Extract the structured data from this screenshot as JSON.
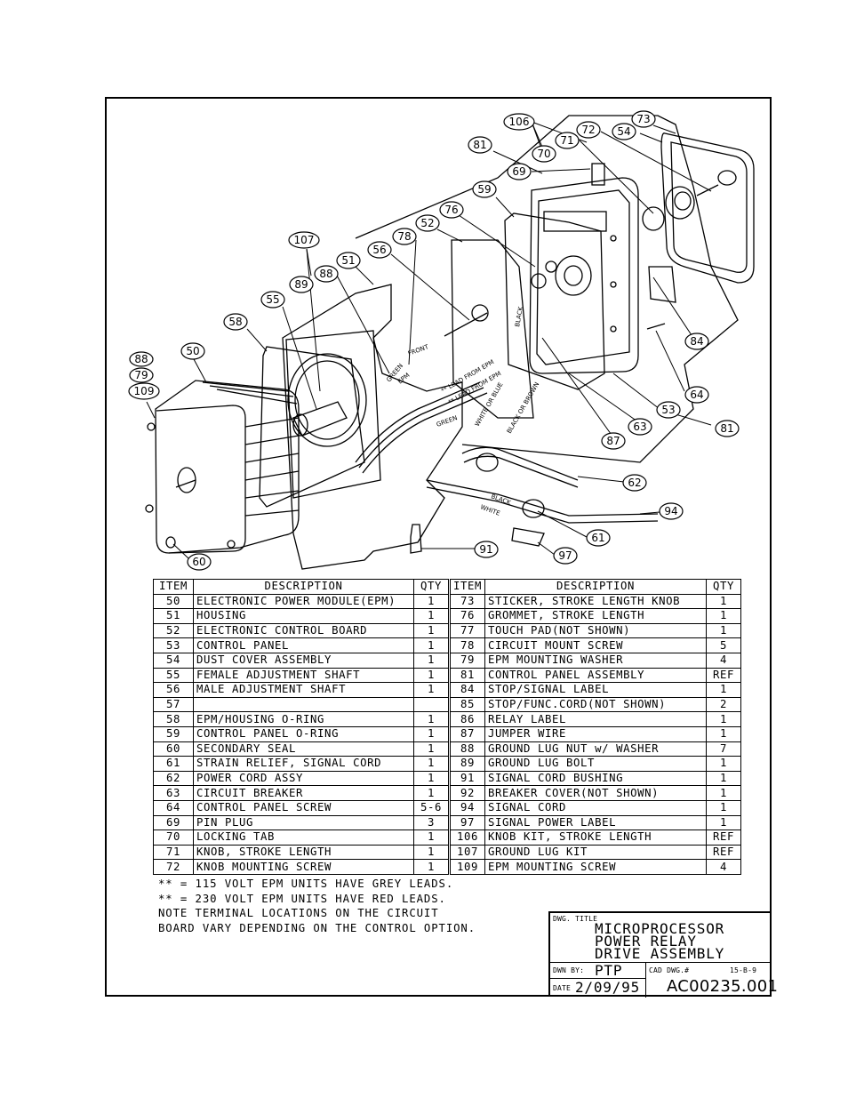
{
  "callouts": [
    "106",
    "73",
    "72",
    "54",
    "71",
    "70",
    "81",
    "69",
    "59",
    "76",
    "52",
    "78",
    "56",
    "107",
    "88",
    "51",
    "89",
    "55",
    "58",
    "50",
    "88",
    "79",
    "109",
    "84",
    "64",
    "53",
    "81",
    "63",
    "87",
    "62",
    "94",
    "61",
    "91",
    "97",
    "60"
  ],
  "wire_labels": [
    "GREEN",
    "FRONT",
    "EPM",
    "** LEAD FROM EPM",
    "** LEAD FROM EPM",
    "WHITE OR BLUE",
    "BLACK OR BROWN",
    "GREEN",
    "BLACK",
    "BLACK",
    "WHITE"
  ],
  "table": {
    "headers": {
      "item": "ITEM",
      "description": "DESCRIPTION",
      "qty": "QTY"
    },
    "left": [
      {
        "item": "50",
        "description": "ELECTRONIC POWER MODULE(EPM)",
        "qty": "1"
      },
      {
        "item": "51",
        "description": "HOUSING",
        "qty": "1"
      },
      {
        "item": "52",
        "description": "ELECTRONIC CONTROL BOARD",
        "qty": "1"
      },
      {
        "item": "53",
        "description": "CONTROL PANEL",
        "qty": "1"
      },
      {
        "item": "54",
        "description": "DUST COVER ASSEMBLY",
        "qty": "1"
      },
      {
        "item": "55",
        "description": "FEMALE ADJUSTMENT SHAFT",
        "qty": "1"
      },
      {
        "item": "56",
        "description": "MALE ADJUSTMENT SHAFT",
        "qty": "1"
      },
      {
        "item": "57",
        "description": "",
        "qty": ""
      },
      {
        "item": "58",
        "description": "EPM/HOUSING O-RING",
        "qty": "1"
      },
      {
        "item": "59",
        "description": "CONTROL PANEL O-RING",
        "qty": "1"
      },
      {
        "item": "60",
        "description": "SECONDARY SEAL",
        "qty": "1"
      },
      {
        "item": "61",
        "description": "STRAIN RELIEF, SIGNAL CORD",
        "qty": "1"
      },
      {
        "item": "62",
        "description": "POWER CORD ASSY",
        "qty": "1"
      },
      {
        "item": "63",
        "description": "CIRCUIT BREAKER",
        "qty": "1"
      },
      {
        "item": "64",
        "description": "CONTROL PANEL SCREW",
        "qty": "5-6"
      },
      {
        "item": "69",
        "description": "PIN PLUG",
        "qty": "3"
      },
      {
        "item": "70",
        "description": "LOCKING TAB",
        "qty": "1"
      },
      {
        "item": "71",
        "description": "KNOB, STROKE LENGTH",
        "qty": "1"
      },
      {
        "item": "72",
        "description": "KNOB MOUNTING SCREW",
        "qty": "1"
      }
    ],
    "right": [
      {
        "item": "73",
        "description": "STICKER, STROKE LENGTH KNOB",
        "qty": "1"
      },
      {
        "item": "76",
        "description": "GROMMET, STROKE LENGTH",
        "qty": "1"
      },
      {
        "item": "77",
        "description": "TOUCH PAD(NOT SHOWN)",
        "qty": "1"
      },
      {
        "item": "78",
        "description": "CIRCUIT MOUNT SCREW",
        "qty": "5"
      },
      {
        "item": "79",
        "description": "EPM MOUNTING WASHER",
        "qty": "4"
      },
      {
        "item": "81",
        "description": "CONTROL PANEL ASSEMBLY",
        "qty": "REF"
      },
      {
        "item": "84",
        "description": "STOP/SIGNAL LABEL",
        "qty": "1"
      },
      {
        "item": "85",
        "description": "STOP/FUNC.CORD(NOT SHOWN)",
        "qty": "2"
      },
      {
        "item": "86",
        "description": "RELAY LABEL",
        "qty": "1"
      },
      {
        "item": "87",
        "description": "JUMPER WIRE",
        "qty": "1"
      },
      {
        "item": "88",
        "description": "GROUND LUG NUT w/ WASHER",
        "qty": "7"
      },
      {
        "item": "89",
        "description": "GROUND LUG BOLT",
        "qty": "1"
      },
      {
        "item": "91",
        "description": "SIGNAL CORD BUSHING",
        "qty": "1"
      },
      {
        "item": "92",
        "description": "BREAKER COVER(NOT SHOWN)",
        "qty": "1"
      },
      {
        "item": "94",
        "description": "SIGNAL CORD",
        "qty": "1"
      },
      {
        "item": "97",
        "description": "SIGNAL POWER LABEL",
        "qty": "1"
      },
      {
        "item": "106",
        "description": "KNOB KIT, STROKE LENGTH",
        "qty": "REF"
      },
      {
        "item": "107",
        "description": "GROUND LUG KIT",
        "qty": "REF"
      },
      {
        "item": "109",
        "description": "EPM MOUNTING SCREW",
        "qty": "4"
      }
    ]
  },
  "notes": [
    "** = 115 VOLT EPM UNITS HAVE GREY LEADS.",
    "** = 230 VOLT EPM UNITS HAVE RED LEADS.",
    "NOTE TERMINAL LOCATIONS ON THE CIRCUIT",
    "BOARD VARY DEPENDING ON THE CONTROL OPTION."
  ],
  "title_block": {
    "dwg_title_label": "DWG. TITLE",
    "title_lines": [
      "MICROPROCESSOR",
      "POWER RELAY",
      "DRIVE ASSEMBLY"
    ],
    "drawn_by_label": "DWN BY:",
    "drawn_by": "PTP",
    "cad_dwg_label": "CAD DWG.#",
    "cad_ref": "15-B-9",
    "date_label": "DATE",
    "date": "2/09/95",
    "dwg_number": "AC00235.001"
  }
}
